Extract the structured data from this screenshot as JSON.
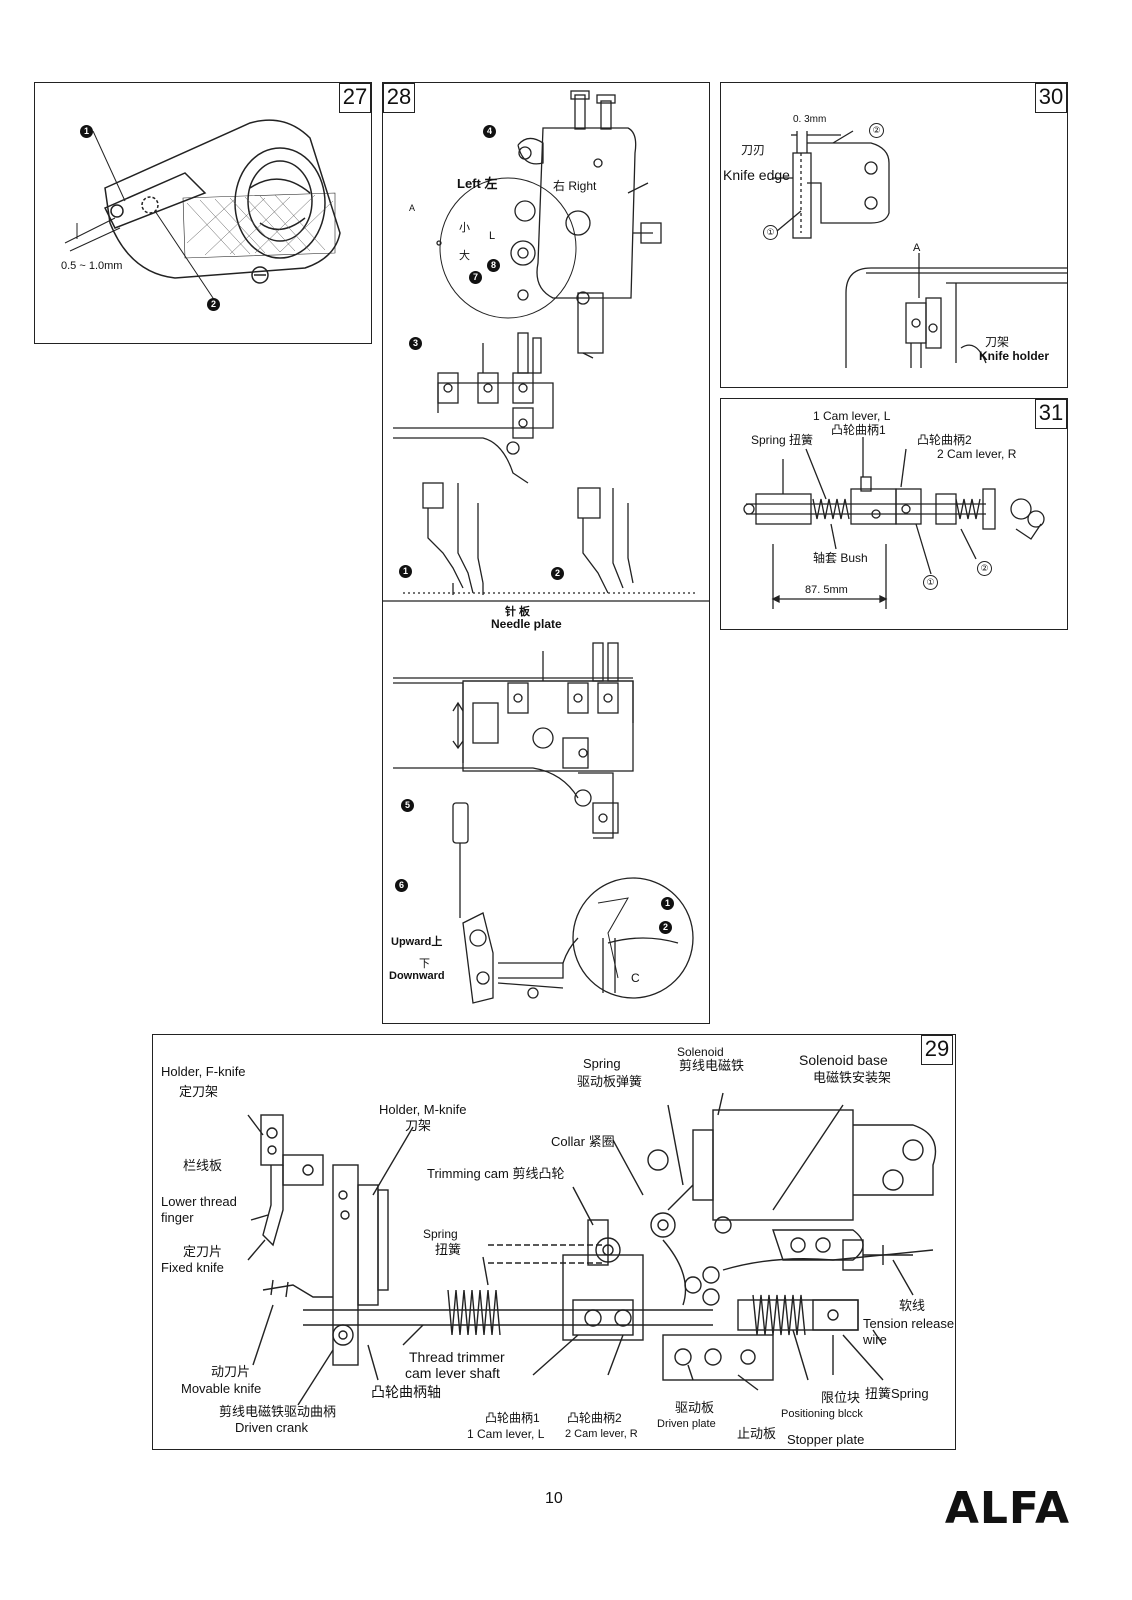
{
  "figures": {
    "f27": {
      "number": "27",
      "dimension": "0.5 ~ 1.0mm",
      "callouts": [
        "1",
        "2"
      ]
    },
    "f28": {
      "number": "28",
      "callouts": [
        "4",
        "7",
        "8",
        "3",
        "1",
        "2",
        "5",
        "6",
        "1",
        "2"
      ],
      "left_label": "Left 左",
      "right_label": "右 Right",
      "a_label": "A",
      "small": "小",
      "big": "大",
      "l_mark": "L",
      "needle_plate_cn": "针 板",
      "needle_plate_en": "Needle plate",
      "upward": "Upward上",
      "down_cn": "下",
      "downward": "Downward",
      "c_label": "C"
    },
    "f30": {
      "number": "30",
      "dimension": "0. 3mm",
      "blade_cn": "刀刃",
      "knife_edge": "Knife edge",
      "marker_1": "①",
      "marker_2": "②",
      "a_label": "A",
      "holder_cn": "刀架",
      "knife_holder": "Knife holder"
    },
    "f31": {
      "number": "31",
      "cam_l_en": "1 Cam lever, L",
      "cam_l_cn": "凸轮曲柄1",
      "spring": "Spring 扭簧",
      "cam_r_cn": "凸轮曲柄2",
      "cam_r_en": "2  Cam lever, R",
      "bush": "轴套 Bush",
      "dimension": "87. 5mm",
      "marker_1": "①",
      "marker_2": "②"
    },
    "f29": {
      "number": "29",
      "holder_f_en": "Holder, F-knife",
      "holder_f_cn": "定刀架",
      "holder_m_en": "Holder, M-knife",
      "holder_m_cn": "刀架",
      "finger_cn": "栏线板",
      "finger_en_1": "Lower thread",
      "finger_en_2": "finger",
      "fixed_cn": "定刀片",
      "fixed_en": "Fixed knife",
      "movable_cn": "动刀片",
      "movable_en": "Movable knife",
      "crank_cn": "剪线电磁铁驱动曲柄",
      "crank_en": "Driven crank",
      "shaft_en_1": "Thread trimmer",
      "shaft_en_2": "cam lever shaft",
      "shaft_cn": "凸轮曲柄轴",
      "trim_cam": "Trimming cam 剪线凸轮",
      "spring_en": "Spring",
      "spring_cn": "扭簧",
      "spring2_en": "Spring",
      "spring2_cn": "驱动板弹簧",
      "collar": "Collar 紧圈",
      "solenoid_en": "Solenoid",
      "solenoid_cn": "剪线电磁铁",
      "sol_base_en": "Solenoid base",
      "sol_base_cn": "电磁铁安装架",
      "wire_cn": "软线",
      "wire_en_1": "Tension release",
      "wire_en_2": "wire",
      "tspring": "扭簧Spring",
      "block_cn": "限位块",
      "block_en": "Positioning blcck",
      "stopper_cn": "止动板",
      "stopper_en": "Stopper plate",
      "driven_cn": "驱动板",
      "driven_en": "Driven plate",
      "cam1_cn": "凸轮曲柄1",
      "cam1_en": "1 Cam lever, L",
      "cam2_cn": "凸轮曲柄2",
      "cam2_en": "2 Cam lever, R"
    }
  },
  "footer": {
    "page_number": "10",
    "logo": "ALFA"
  }
}
